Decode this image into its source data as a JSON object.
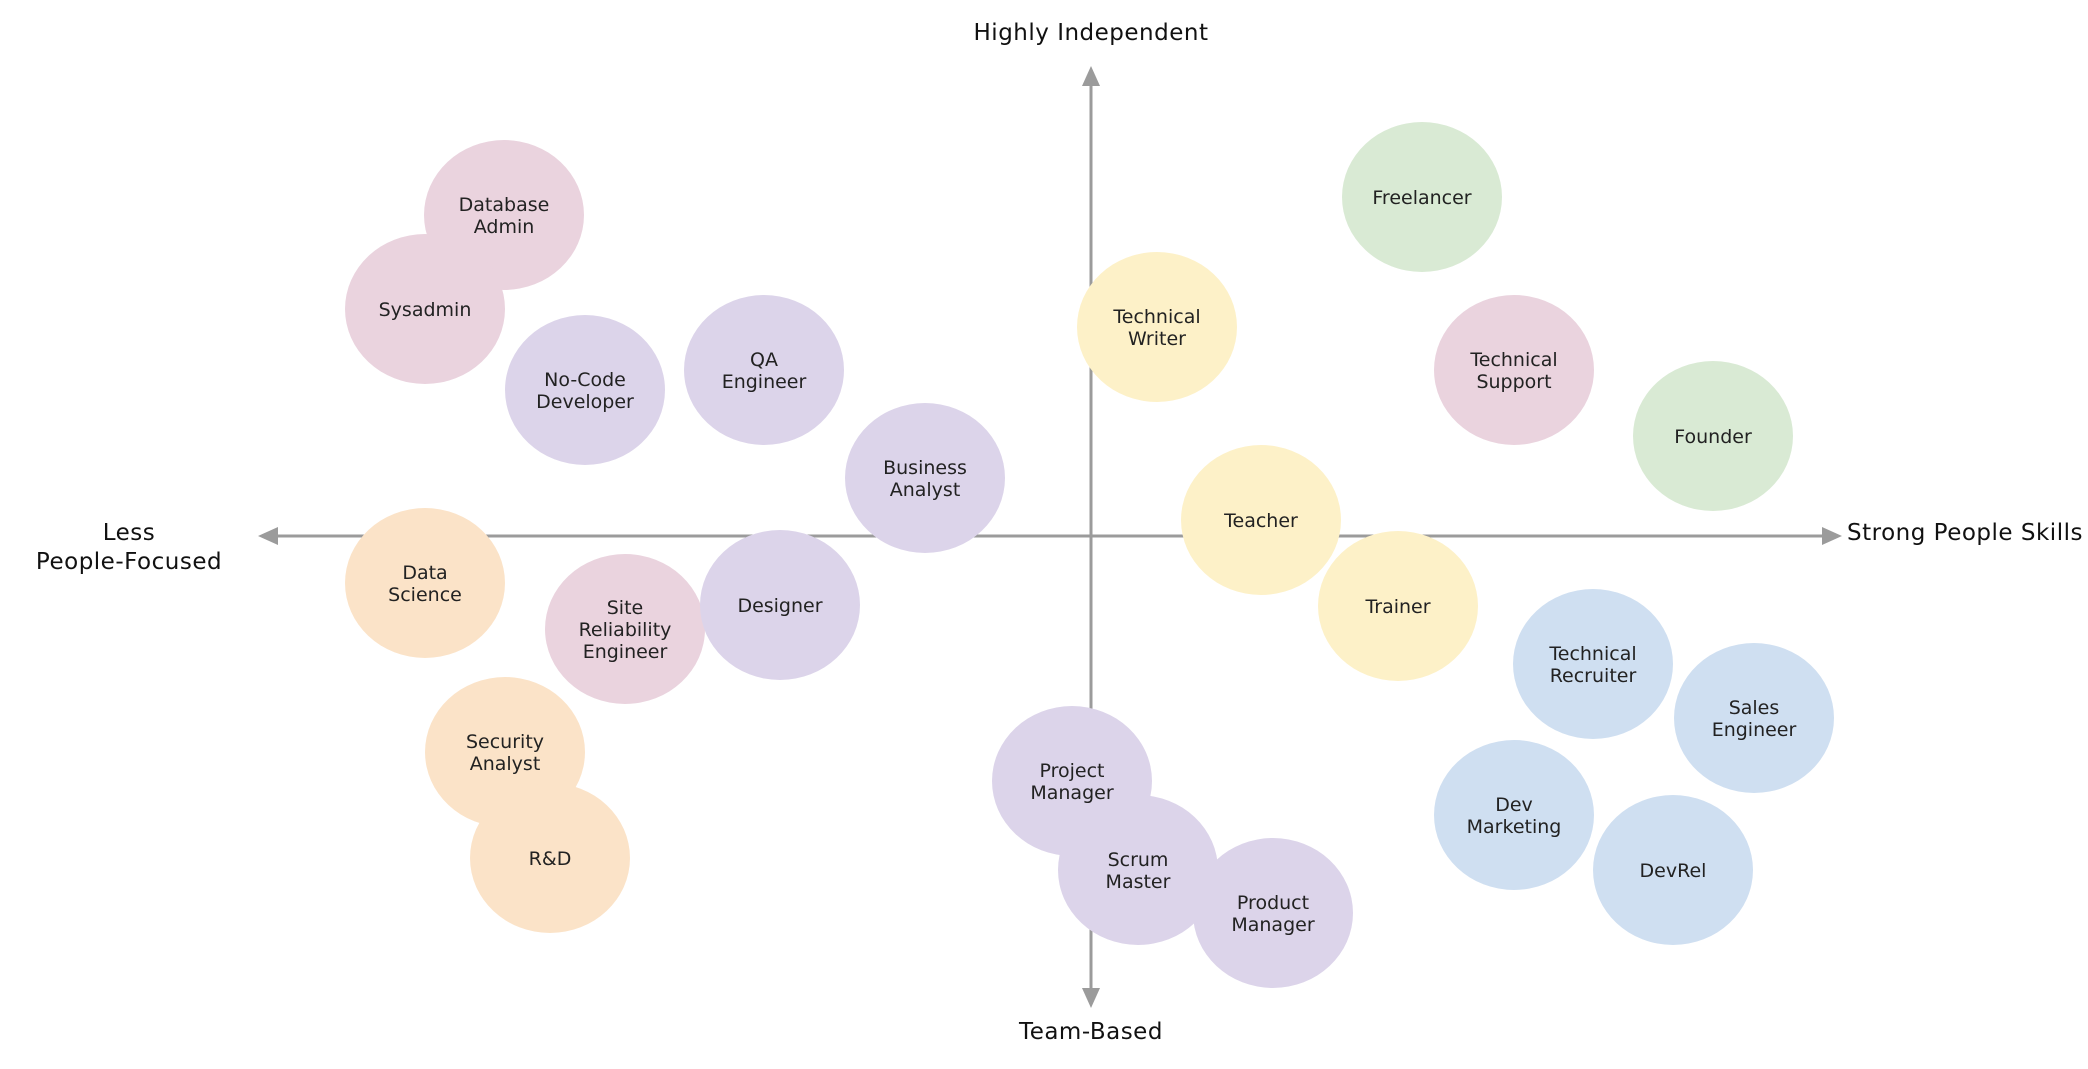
{
  "axes": {
    "top": "Highly Independent",
    "bottom": "Team-Based",
    "left": [
      "Less",
      "People-Focused"
    ],
    "right": "Strong People Skills"
  },
  "colors": {
    "axis": "#9b9b9b",
    "pink": "#ead3de",
    "purple": "#dcd4ea",
    "peach": "#fbe3c8",
    "yellow": "#fdf1c8",
    "green": "#d9ead4",
    "blue": "#cfdff1"
  },
  "bubbles": [
    {
      "id": "database-admin",
      "lines": [
        "Database",
        "Admin"
      ],
      "color": "pink"
    },
    {
      "id": "sysadmin",
      "lines": [
        "Sysadmin"
      ],
      "color": "pink"
    },
    {
      "id": "no-code-developer",
      "lines": [
        "No-Code",
        "Developer"
      ],
      "color": "purple"
    },
    {
      "id": "qa-engineer",
      "lines": [
        "QA",
        "Engineer"
      ],
      "color": "purple"
    },
    {
      "id": "business-analyst",
      "lines": [
        "Business",
        "Analyst"
      ],
      "color": "purple"
    },
    {
      "id": "technical-writer",
      "lines": [
        "Technical",
        "Writer"
      ],
      "color": "yellow"
    },
    {
      "id": "freelancer",
      "lines": [
        "Freelancer"
      ],
      "color": "green"
    },
    {
      "id": "technical-support",
      "lines": [
        "Technical",
        "Support"
      ],
      "color": "pink"
    },
    {
      "id": "founder",
      "lines": [
        "Founder"
      ],
      "color": "green"
    },
    {
      "id": "teacher",
      "lines": [
        "Teacher"
      ],
      "color": "yellow"
    },
    {
      "id": "trainer",
      "lines": [
        "Trainer"
      ],
      "color": "yellow"
    },
    {
      "id": "data-science",
      "lines": [
        "Data",
        "Science"
      ],
      "color": "peach"
    },
    {
      "id": "site-reliability-engineer",
      "lines": [
        "Site",
        "Reliability",
        "Engineer"
      ],
      "color": "pink"
    },
    {
      "id": "designer",
      "lines": [
        "Designer"
      ],
      "color": "purple"
    },
    {
      "id": "security-analyst",
      "lines": [
        "Security",
        "Analyst"
      ],
      "color": "peach"
    },
    {
      "id": "r-and-d",
      "lines": [
        "R&D"
      ],
      "color": "peach"
    },
    {
      "id": "project-manager",
      "lines": [
        "Project",
        "Manager"
      ],
      "color": "purple"
    },
    {
      "id": "scrum-master",
      "lines": [
        "Scrum",
        "Master"
      ],
      "color": "purple"
    },
    {
      "id": "product-manager",
      "lines": [
        "Product",
        "Manager"
      ],
      "color": "purple"
    },
    {
      "id": "technical-recruiter",
      "lines": [
        "Technical",
        "Recruiter"
      ],
      "color": "blue"
    },
    {
      "id": "sales-engineer",
      "lines": [
        "Sales",
        "Engineer"
      ],
      "color": "blue"
    },
    {
      "id": "dev-marketing",
      "lines": [
        "Dev",
        "Marketing"
      ],
      "color": "blue"
    },
    {
      "id": "devrel",
      "lines": [
        "DevRel"
      ],
      "color": "blue"
    }
  ]
}
